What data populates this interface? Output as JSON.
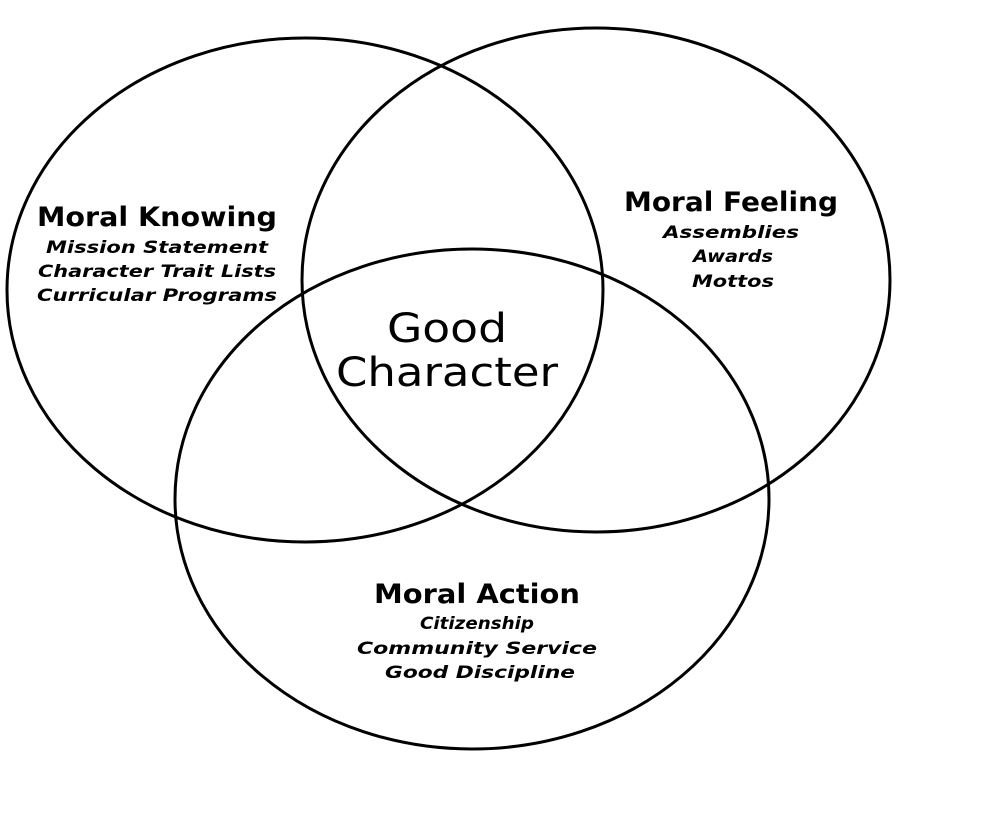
{
  "diagram": {
    "center": {
      "lines": [
        "Good",
        "Character"
      ]
    },
    "circles": [
      {
        "id": "knowing",
        "title": "Moral Knowing",
        "items": [
          "Mission Statement",
          "Character Trait Lists",
          "Curricular Programs"
        ]
      },
      {
        "id": "feeling",
        "title": "Moral Feeling",
        "items": [
          "Assemblies",
          "Awards",
          "Mottos"
        ]
      },
      {
        "id": "action",
        "title": "Moral Action",
        "items": [
          "Citizenship",
          "Community Service",
          "Good Discipline"
        ]
      }
    ]
  }
}
